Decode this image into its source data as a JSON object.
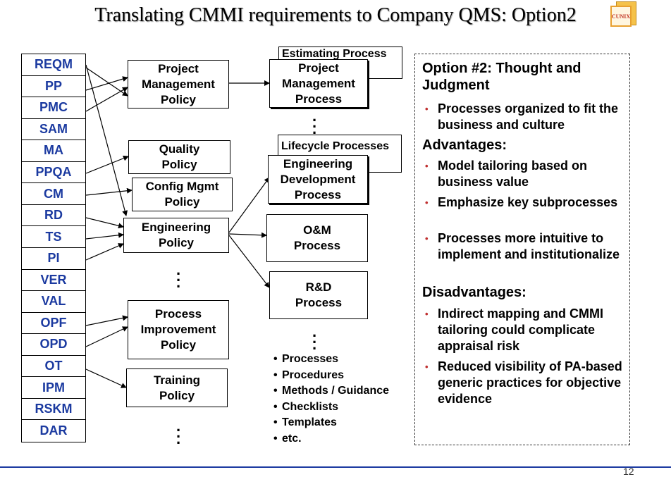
{
  "title": "Translating CMMI requirements to Company QMS: Option2",
  "logo_text": "CUNIX",
  "process_areas": [
    "REQM",
    "PP",
    "PMC",
    "SAM",
    "MA",
    "PPQA",
    "CM",
    "RD",
    "TS",
    "PI",
    "VER",
    "VAL",
    "OPF",
    "OPD",
    "OT",
    "IPM",
    "RSKM",
    "DAR"
  ],
  "policies": {
    "project_management": "Project\nManagement\nPolicy",
    "quality": "Quality\nPolicy",
    "config_mgmt": "Config Mgmt\nPolicy",
    "engineering": "Engineering\nPolicy",
    "process_improvement": "Process\nImprovement\nPolicy",
    "training": "Training\nPolicy"
  },
  "processes": {
    "estimating_tag": "Estimating Process",
    "project_management": "Project\nManagement\nProcess",
    "lifecycle_tag": "Lifecycle Processes",
    "engineering_development": "Engineering\nDevelopment\nProcess",
    "om": "O&M\nProcess",
    "rd": "R&D\nProcess"
  },
  "ellipsis": ".\n.\n.",
  "artifacts": [
    "Processes",
    "Procedures",
    "Methods / Guidance",
    "Checklists",
    "Templates",
    "etc."
  ],
  "option_panel": {
    "heading": "Option #2: Thought and Judgment",
    "intro_bullets": [
      "Processes organized to fit the business and culture"
    ],
    "advantages_heading": "Advantages:",
    "advantages": [
      "Model tailoring based on business value",
      "Emphasize key subprocesses",
      "Processes more intuitive to implement and institutionalize"
    ],
    "disadvantages_heading": "Disadvantages:",
    "disadvantages": [
      "Indirect mapping and CMMI tailoring could complicate appraisal risk",
      "Reduced visibility of PA-based generic practices for objective evidence"
    ]
  },
  "colors": {
    "pa_text": "#1b3aa0",
    "bullet": "#c03030",
    "rule": "#1b3aa0"
  },
  "page_number": "12"
}
